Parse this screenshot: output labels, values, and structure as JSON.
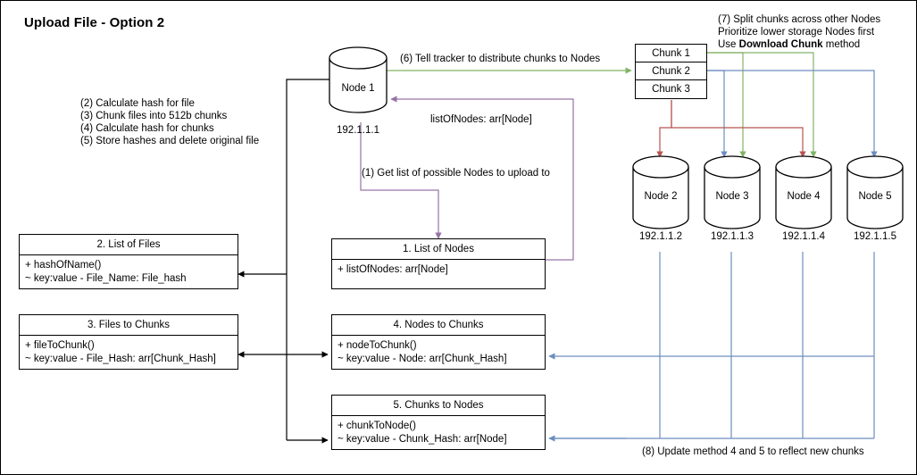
{
  "title": "Upload File - Option 2",
  "colors": {
    "black": "#000000",
    "purple": "#9673a6",
    "green": "#82b366",
    "blue": "#6c8ebf",
    "red": "#b85450",
    "background": "#ffffff"
  },
  "notes": {
    "left_steps": [
      "(2) Calculate hash for file",
      "(3) Chunk files into 512b chunks",
      "(4) Calculate hash for chunks",
      "(5) Store hashes and delete original file"
    ],
    "step6": "(6) Tell tracker to distribute chunks to Nodes",
    "step1": "(1) Get list of possible Nodes to upload to",
    "list_of_nodes_return": "listOfNodes: arr[Node]",
    "step7_line1": "(7) Split chunks across other Nodes",
    "step7_line2": "Prioritize lower storage Nodes first",
    "step7_line3_pre": "Use ",
    "step7_line3_bold": "Download Chunk",
    "step7_line3_post": " method",
    "step8": "(8) Update method 4 and 5 to reflect new chunks"
  },
  "nodes": {
    "primary": {
      "label": "Node 1",
      "ip": "192.1.1.1"
    },
    "peers": [
      {
        "label": "Node 2",
        "ip": "192.1.1.2"
      },
      {
        "label": "Node 3",
        "ip": "192.1.1.3"
      },
      {
        "label": "Node 4",
        "ip": "192.1.1.4"
      },
      {
        "label": "Node 5",
        "ip": "192.1.1.5"
      }
    ]
  },
  "chunks": [
    {
      "label": "Chunk 1"
    },
    {
      "label": "Chunk 2"
    },
    {
      "label": "Chunk 3"
    }
  ],
  "methods": [
    {
      "id": "list-of-files",
      "title": "2. List of Files",
      "lines": [
        "+ hashOfName()",
        "~ key:value - File_Name: File_hash"
      ]
    },
    {
      "id": "files-to-chunks",
      "title": "3. Files to Chunks",
      "lines": [
        "+ fileToChunk()",
        "~ key:value - File_Hash: arr[Chunk_Hash]"
      ]
    },
    {
      "id": "list-of-nodes",
      "title": "1. List of Nodes",
      "lines": [
        "+ listOfNodes: arr[Node]"
      ]
    },
    {
      "id": "nodes-to-chunks",
      "title": "4. Nodes to Chunks",
      "lines": [
        "+ nodeToChunk()",
        "~ key:value - Node: arr[Chunk_Hash]"
      ]
    },
    {
      "id": "chunks-to-nodes",
      "title": "5. Chunks to Nodes",
      "lines": [
        "+ chunkToNode()",
        "~ key:value - Chunk_Hash: arr[Node]"
      ]
    }
  ]
}
